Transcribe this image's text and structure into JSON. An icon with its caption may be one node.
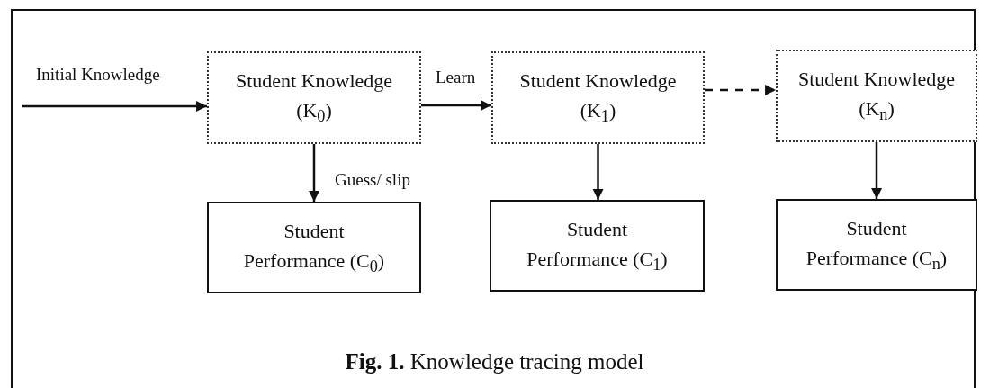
{
  "diagram": {
    "caption": "**Fig. 1.** Knowledge tracing model",
    "nodes": [
      {
        "text": [
          "Student Knowledge (K$_{0}$)"
        ]
      },
      {
        "text": [
          "Student Performance (C$_{0}$)"
        ]
      },
      {
        "text": [
          "Student Knowledge (K$_{1}$)"
        ]
      },
      {
        "text": [
          "Student Performance (C$_{1}$)"
        ]
      },
      {
        "text": [
          "Student Knowledge (K$_{n}$)"
        ]
      },
      {
        "text": [
          "Student Performance (C$_{n}$)"
        ]
      }
    ],
    "edges": [
      {
        "from": null,
        "to": 0,
        "arrow": "to",
        "label": "Initial Knowledge"
      },
      {
        "from": 0,
        "to": 1,
        "arrow": "to",
        "label": "Guess/ slip"
      },
      {
        "from": 0,
        "to": 2,
        "arrow": "to",
        "label": "Learn"
      },
      {
        "from": 2,
        "to": 4,
        "arrow": "to",
        "style": "dashed"
      },
      {
        "from": 2,
        "to": 3,
        "arrow": "to"
      },
      {
        "from": 4,
        "to": 5,
        "arrow": "to"
      }
    ]
  }
}
